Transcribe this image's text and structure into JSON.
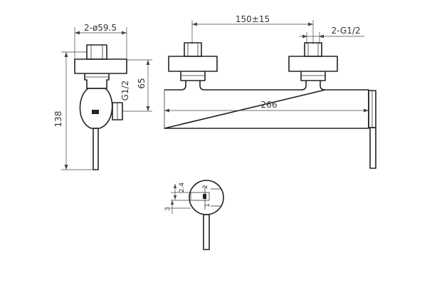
{
  "drawing": {
    "side_view": {
      "diameter_label": "2-ø59.5",
      "height_label": "138",
      "upper_label": "65",
      "thread_label": "G1/2"
    },
    "front_view": {
      "spacing_label": "150±15",
      "thread_label": "2-G1/2",
      "length_label": "266"
    },
    "handle_detail": {
      "label_a": "2",
      "label_b": "2.4",
      "label_c": "3",
      "label_d": "1"
    }
  }
}
